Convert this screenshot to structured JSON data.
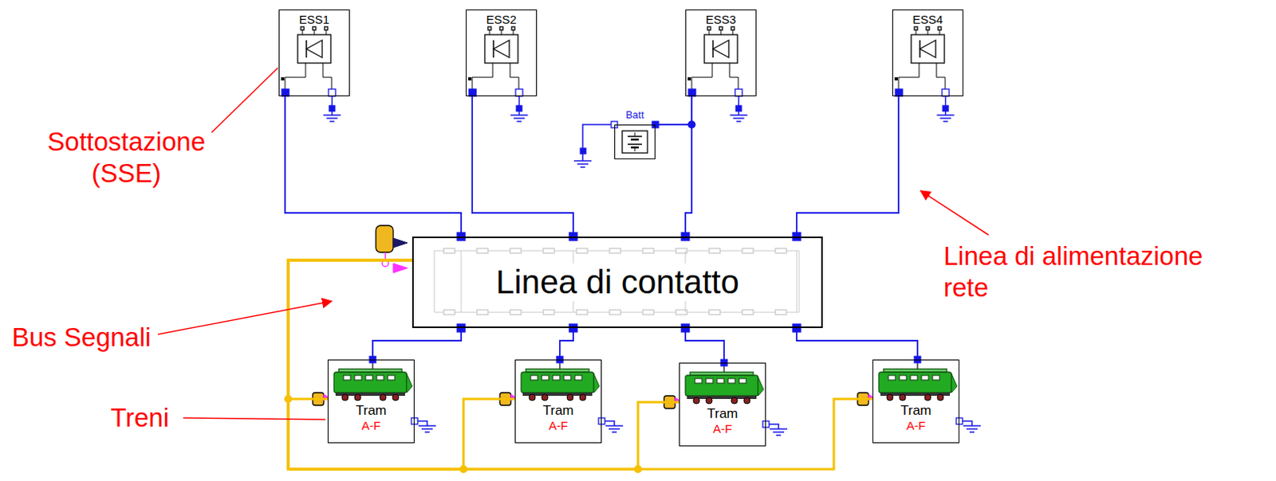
{
  "diagram": {
    "nodes": [
      {
        "text": [
          "ESS1"
        ]
      },
      {
        "text": [
          "ESS2"
        ]
      },
      {
        "text": [
          "ESS3"
        ]
      },
      {
        "text": [
          "ESS4"
        ]
      },
      {
        "text": [
          "Batt"
        ]
      },
      {
        "text": [
          "Linea di contatto"
        ]
      },
      {
        "text": [
          "Tram",
          "A-F"
        ]
      },
      {
        "text": [
          "Tram",
          "A-F"
        ]
      },
      {
        "text": [
          "Tram",
          "A-F"
        ]
      },
      {
        "text": [
          "Tram",
          "A-F"
        ]
      }
    ],
    "edges": [
      {
        "from": 0,
        "to": 5,
        "arrow": "none"
      },
      {
        "from": 1,
        "to": 5,
        "arrow": "none"
      },
      {
        "from": 2,
        "to": 5,
        "arrow": "none"
      },
      {
        "from": 3,
        "to": 5,
        "arrow": "none"
      },
      {
        "from": 4,
        "to": 2,
        "arrow": "none"
      },
      {
        "from": 5,
        "to": 6,
        "arrow": "none"
      },
      {
        "from": 5,
        "to": 7,
        "arrow": "none"
      },
      {
        "from": 5,
        "to": 8,
        "arrow": "none"
      },
      {
        "from": 5,
        "to": 9,
        "arrow": "none"
      },
      {
        "from": 5,
        "to": 6,
        "arrow": "none"
      },
      {
        "from": 5,
        "to": 7,
        "arrow": "none"
      },
      {
        "from": 5,
        "to": 8,
        "arrow": "none"
      },
      {
        "from": 5,
        "to": 9,
        "arrow": "none"
      }
    ],
    "labels": [
      "Sottostazione (SSE)",
      "Linea di alimentazione rete",
      "Bus Segnali",
      "Treni"
    ]
  }
}
